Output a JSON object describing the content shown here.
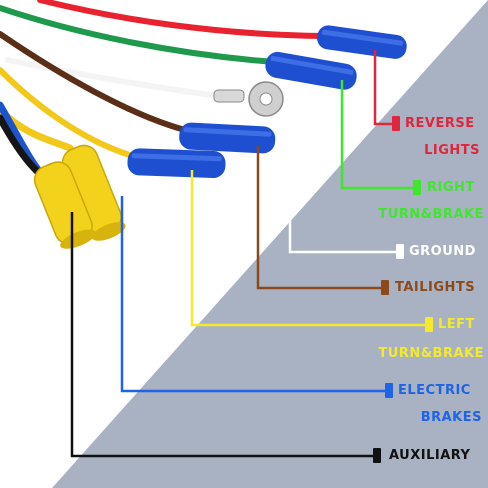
{
  "labels": {
    "reverse_line1": "REVERSE",
    "reverse_line2": "LIGHTS",
    "right_line1": "RIGHT",
    "right_line2": "TURN&BRAKE",
    "ground": "GROUND",
    "taillights": "TAILIGHTS",
    "left_line1": "LEFT",
    "left_line2": "TURN&BRAKE",
    "electric_line1": "ELECTRIC",
    "electric_line2": "BRAKES",
    "auxiliary": "AUXILIARY"
  },
  "colors": {
    "background_panel": "#a9b2c2",
    "reverse": "#e0263c",
    "right": "#3ee62e",
    "ground": "#ffffff",
    "taillights": "#8b4a1c",
    "left": "#f4ea2a",
    "electric": "#1f63e6",
    "auxiliary": "#111111",
    "wire_red": "#e8232f",
    "wire_green": "#1f9a4c",
    "wire_white": "#f4f4f4",
    "wire_brown": "#5a2e17",
    "wire_yellow": "#f2c81a",
    "wire_blue": "#1c55c9",
    "wire_black": "#151515",
    "connector_blue": "#1d4fd0",
    "connector_yellow": "#f3d21c"
  }
}
